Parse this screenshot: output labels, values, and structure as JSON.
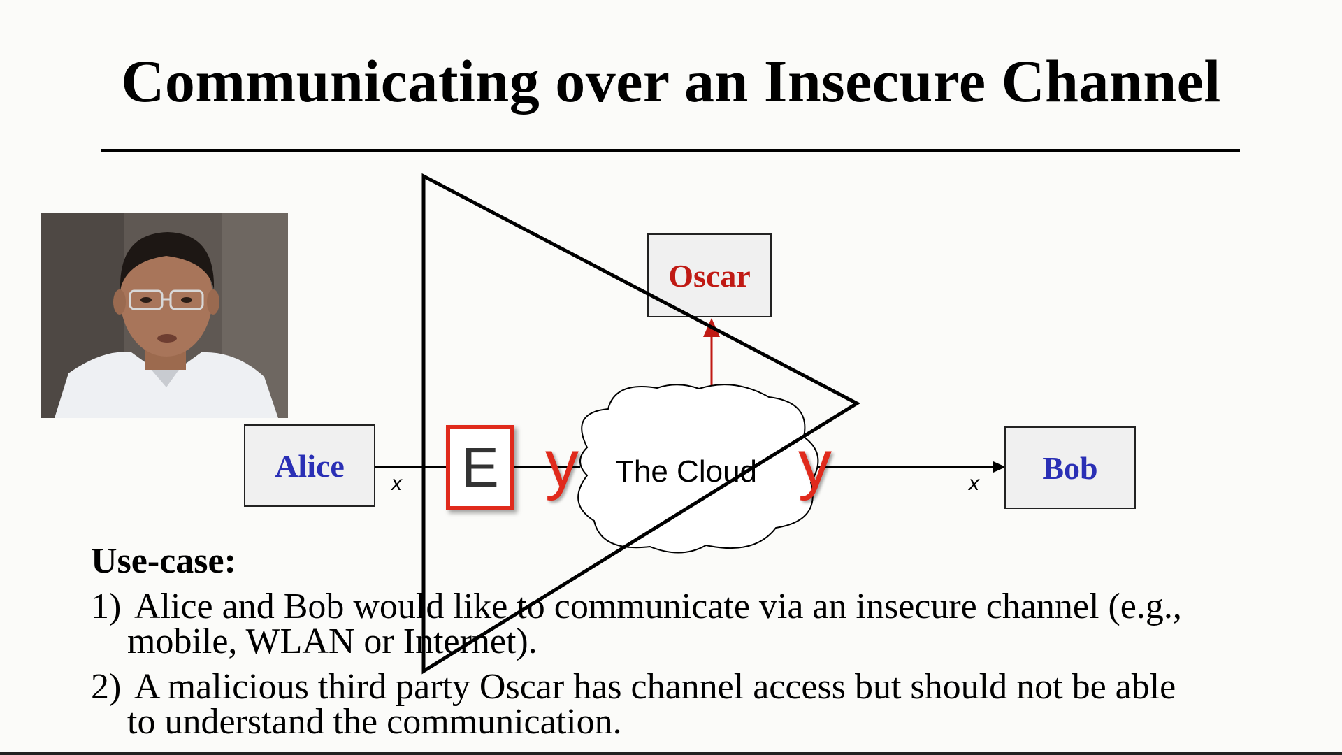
{
  "slide": {
    "title": "Communicating over an Insecure Channel"
  },
  "diagram": {
    "alice": "Alice",
    "bob": "Bob",
    "oscar": "Oscar",
    "encrypt_symbol": "E",
    "cipher_label_left": "y",
    "cipher_label_right": "y",
    "plain_label_left": "x",
    "plain_label_right": "x",
    "cloud": "The Cloud",
    "colors": {
      "party": "#2a2fb5",
      "attacker": "#c01a14",
      "cipher": "#e02a1c"
    }
  },
  "usecase": {
    "heading": "Use-case:",
    "items": [
      {
        "num": "1)",
        "line1": "Alice and Bob would like to communicate via an insecure channel (e.g.,",
        "line2": "mobile, WLAN or Internet)."
      },
      {
        "num": "2)",
        "line1": "A malicious third party Oscar has channel access but should not be able",
        "line2": "to understand the communication."
      }
    ]
  },
  "overlay": {
    "icon": "play-icon"
  }
}
